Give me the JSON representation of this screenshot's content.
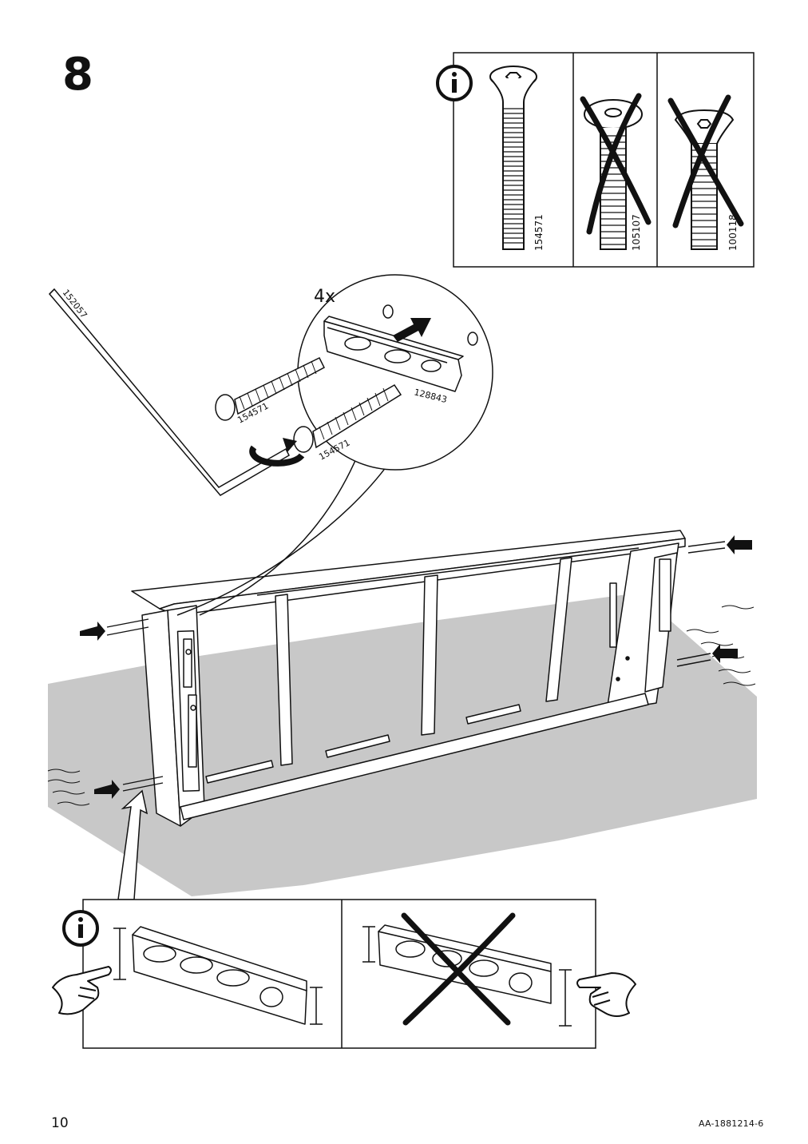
{
  "step": {
    "number": "8"
  },
  "info_panel": {
    "parts": [
      {
        "code": "154571",
        "status": "correct"
      },
      {
        "code": "105107",
        "status": "incorrect"
      },
      {
        "code": "100118",
        "status": "incorrect"
      }
    ]
  },
  "detail": {
    "quantity": "4x",
    "tool_code": "152057",
    "bolt_code_a": "154571",
    "bolt_code_b": "154571",
    "rail_code": "128843"
  },
  "footer": {
    "page_number": "10",
    "document_id": "AA-1881214-6"
  },
  "colors": {
    "ink": "#111111",
    "floor": "#c8c8c8",
    "paper": "#ffffff"
  }
}
